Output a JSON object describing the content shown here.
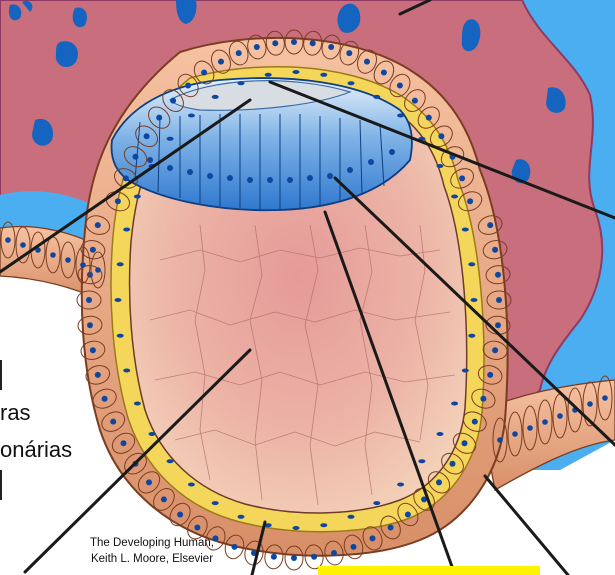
{
  "labels": {
    "left_line1": "ras",
    "left_line2": "onárias"
  },
  "credit": {
    "line1": "The Developing Human,",
    "line2": "Keith L. Moore, Elsevier"
  },
  "colors": {
    "background_blue": "#4aaef0",
    "endometrium": "#c96e7c",
    "endometrium_dark": "#8e3a63",
    "gland_blue": "#1565c0",
    "trophoblast": "#e9ad8c",
    "trophoblast_outline": "#7a3d22",
    "nucleus": "#0d47a1",
    "extraembryonic_mesoderm": "#f4d75a",
    "yolk_sac": "#e8b2a7",
    "epiblast": "#5c9ad8",
    "amniotic_cavity": "#d8dce3",
    "highlight_box": "#fff200",
    "leader_line": "#1a1a1a"
  }
}
